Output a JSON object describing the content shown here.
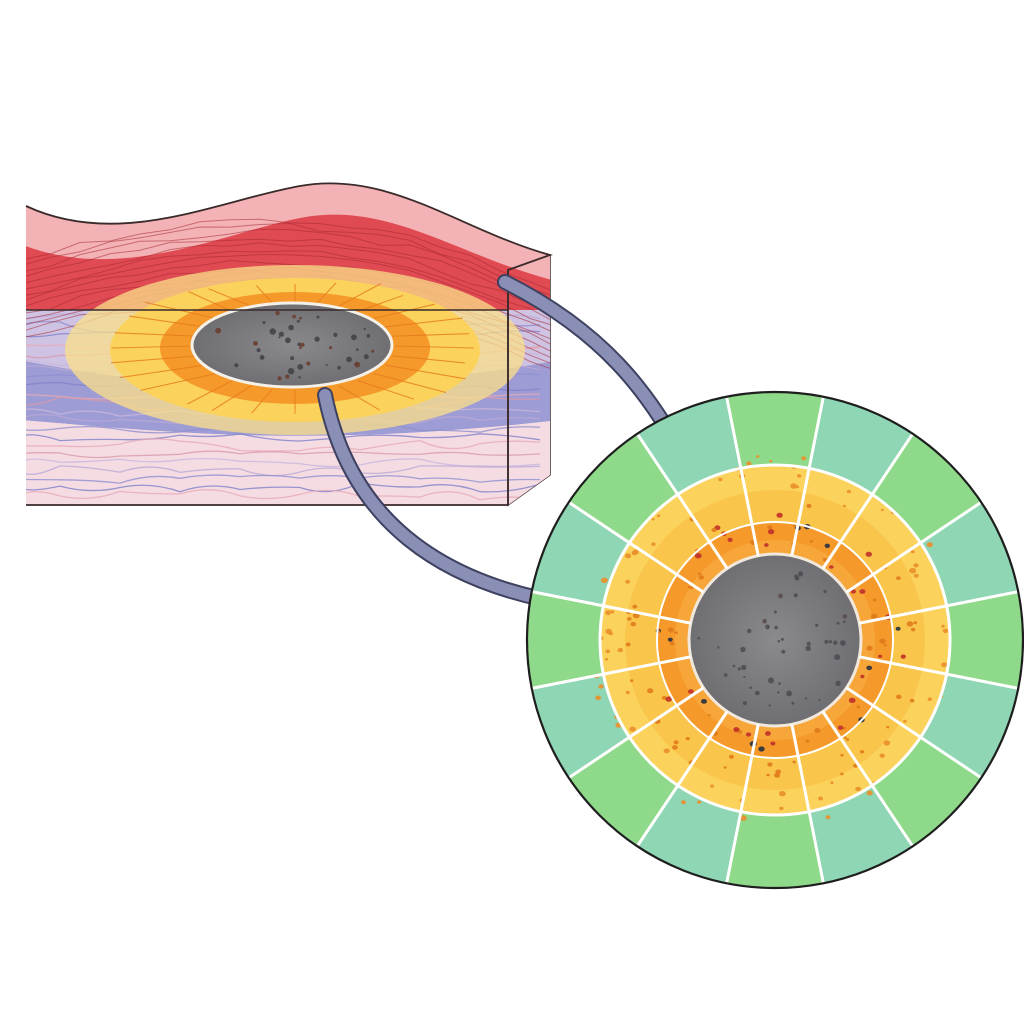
{
  "diagram": {
    "labels": [],
    "palette": {
      "epidermis": "#e04a52",
      "epidermis_light": "#f3b3b6",
      "dermis_blue": "#8e8fd0",
      "dermis_pink": "#f0c3cc",
      "lesion_core": "#7f7f82",
      "inflammation_orange": "#f59a2a",
      "inflammation_yellow": "#fbd35c",
      "healthy_green": "#8fd98a",
      "healthy_teal": "#8fd6b4",
      "arrow": "#8a8fb5",
      "speck_red": "#c0302a",
      "speck_dark": "#2a3140"
    },
    "zones": [
      {
        "name_id": "core-zone",
        "color": "#7f7f82"
      },
      {
        "name_id": "inner-inflammation-zone",
        "color": "#f59a2a"
      },
      {
        "name_id": "outer-inflammation-zone",
        "color": "#fbd35c"
      },
      {
        "name_id": "healthy-zone",
        "color": "#8fd98a"
      }
    ],
    "sector_count": 8
  }
}
